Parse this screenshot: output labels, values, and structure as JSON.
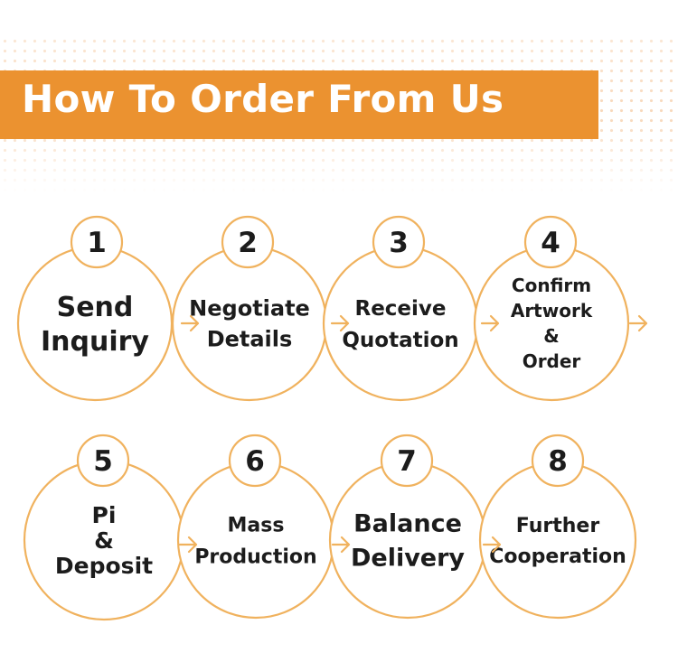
{
  "title": "How To Order From Us",
  "accent_color": "#eb9230",
  "ring_color": "#f0b25e",
  "steps": [
    {
      "number": "1",
      "lines": [
        "Send",
        "Inquiry"
      ]
    },
    {
      "number": "2",
      "lines": [
        "Negotiate",
        "Details"
      ]
    },
    {
      "number": "3",
      "lines": [
        "Receive",
        "Quotation"
      ]
    },
    {
      "number": "4",
      "lines": [
        "Confirm",
        "Artwork",
        "&",
        "Order"
      ]
    },
    {
      "number": "5",
      "lines": [
        "Pi",
        "&",
        "Deposit"
      ]
    },
    {
      "number": "6",
      "lines": [
        "Mass",
        "Production"
      ]
    },
    {
      "number": "7",
      "lines": [
        "Balance",
        "Delivery"
      ]
    },
    {
      "number": "8",
      "lines": [
        "Further",
        "Cooperation"
      ]
    }
  ],
  "arrow_icon": "chevron-right-icon"
}
